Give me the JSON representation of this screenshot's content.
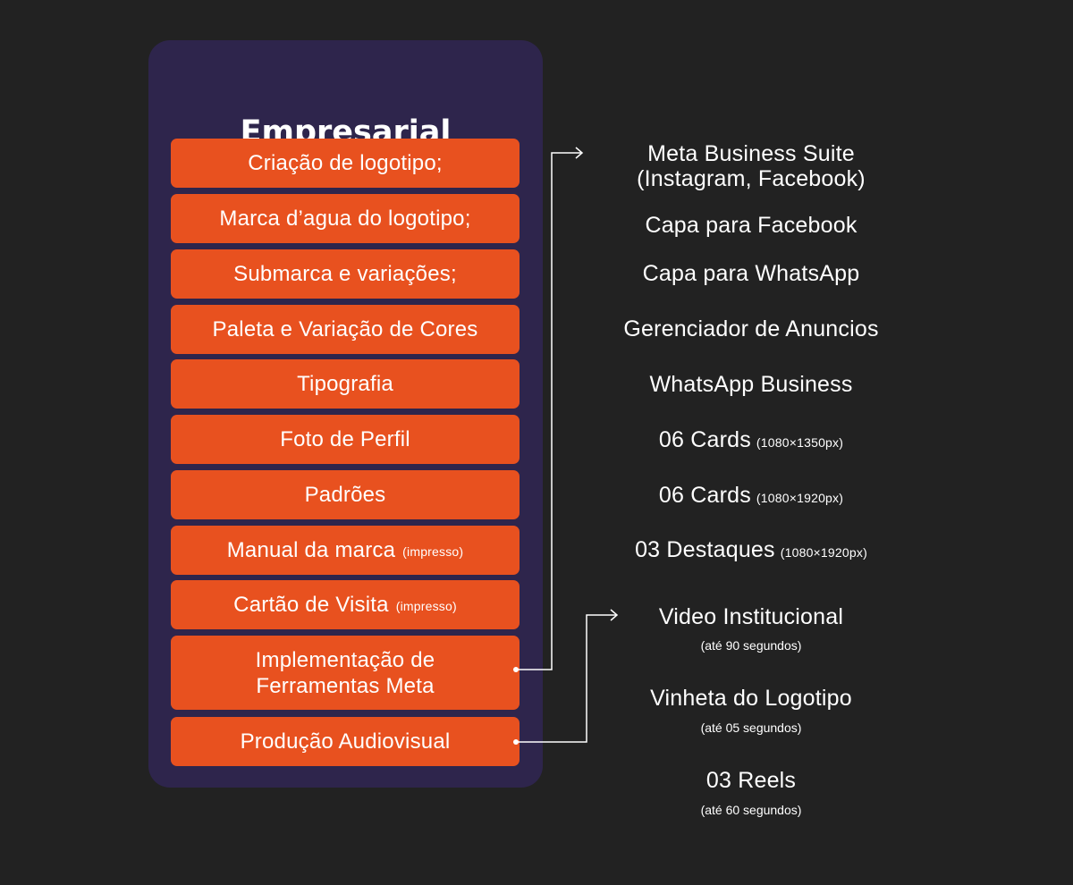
{
  "panel": {
    "title": "Empresarial",
    "items": [
      {
        "label": "Criação de logotipo;",
        "note": ""
      },
      {
        "label": "Marca d’agua do logotipo;",
        "note": ""
      },
      {
        "label": "Submarca e variações;",
        "note": ""
      },
      {
        "label": "Paleta e Variação de Cores",
        "note": ""
      },
      {
        "label": "Tipografia",
        "note": ""
      },
      {
        "label": "Foto de Perfil",
        "note": ""
      },
      {
        "label": "Padrões",
        "note": ""
      },
      {
        "label": "Manual da marca",
        "note": "(impresso)"
      },
      {
        "label": "Cartão de Visita",
        "note": "(impresso)"
      },
      {
        "label_line1": "Implementação de",
        "label_line2": "Ferramentas Meta"
      },
      {
        "label": "Produção Audiovisual",
        "note": ""
      }
    ]
  },
  "meta_tools": [
    {
      "line1": "Meta Business Suite",
      "line2": "(Instagram, Facebook)"
    },
    {
      "label": "Capa para Facebook"
    },
    {
      "label": "Capa para WhatsApp"
    },
    {
      "label": "Gerenciador de Anuncios"
    },
    {
      "label": "WhatsApp Business"
    },
    {
      "label": "06 Cards",
      "size": "(1080×1350px)"
    },
    {
      "label": "06 Cards",
      "size": "(1080×1920px)"
    },
    {
      "label": "03 Destaques",
      "size": "(1080×1920px)"
    }
  ],
  "audiovisual": [
    {
      "label": "Video Institucional",
      "duration": "(até 90 segundos)"
    },
    {
      "label": "Vinheta do Logotipo",
      "duration": "(até 05 segundos)"
    },
    {
      "label": "03 Reels",
      "duration": "(até 60 segundos)"
    }
  ],
  "colors": {
    "background": "#222222",
    "panel": "#2e254c",
    "item": "#e8511f",
    "text": "#ffffff"
  }
}
